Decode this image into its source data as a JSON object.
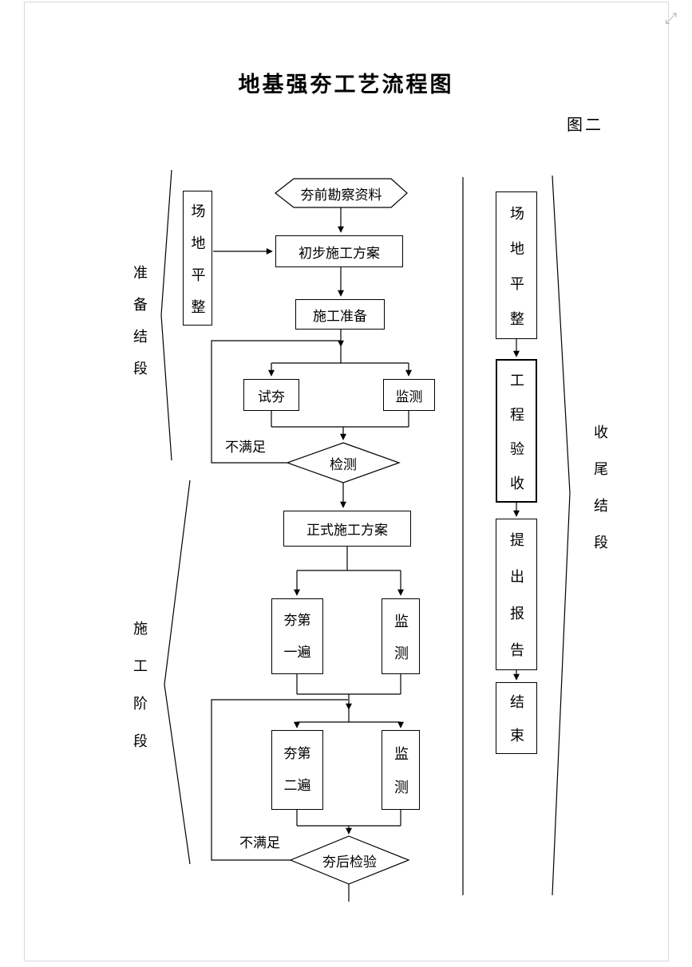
{
  "icons": {
    "fullscreen": "⤢"
  },
  "page": {
    "title": "地基强夯工艺流程图",
    "figure_label": "图二"
  },
  "stages": {
    "prep": "准备结段",
    "construction": "施工阶段",
    "closing": "收尾结段"
  },
  "flow": {
    "site_leveling_left": "场地平整",
    "survey_data": "夯前勘察资料",
    "preliminary_plan": "初步施工方案",
    "construction_prep": "施工准备",
    "trial_tamping": "试夯",
    "monitoring_1": "监测",
    "inspection": "检测",
    "not_satisfied_1": "不满足",
    "formal_plan": "正式施工方案",
    "tamping_pass_1": "夯第一遍",
    "monitoring_2": "监测",
    "tamping_pass_2": "夯第二遍",
    "monitoring_3": "监测",
    "post_tamping_check": "夯后检验",
    "not_satisfied_2": "不满足",
    "site_leveling_right": "场地平整",
    "project_acceptance": "工程验收",
    "submit_report": "提出报告",
    "end": "结束"
  }
}
